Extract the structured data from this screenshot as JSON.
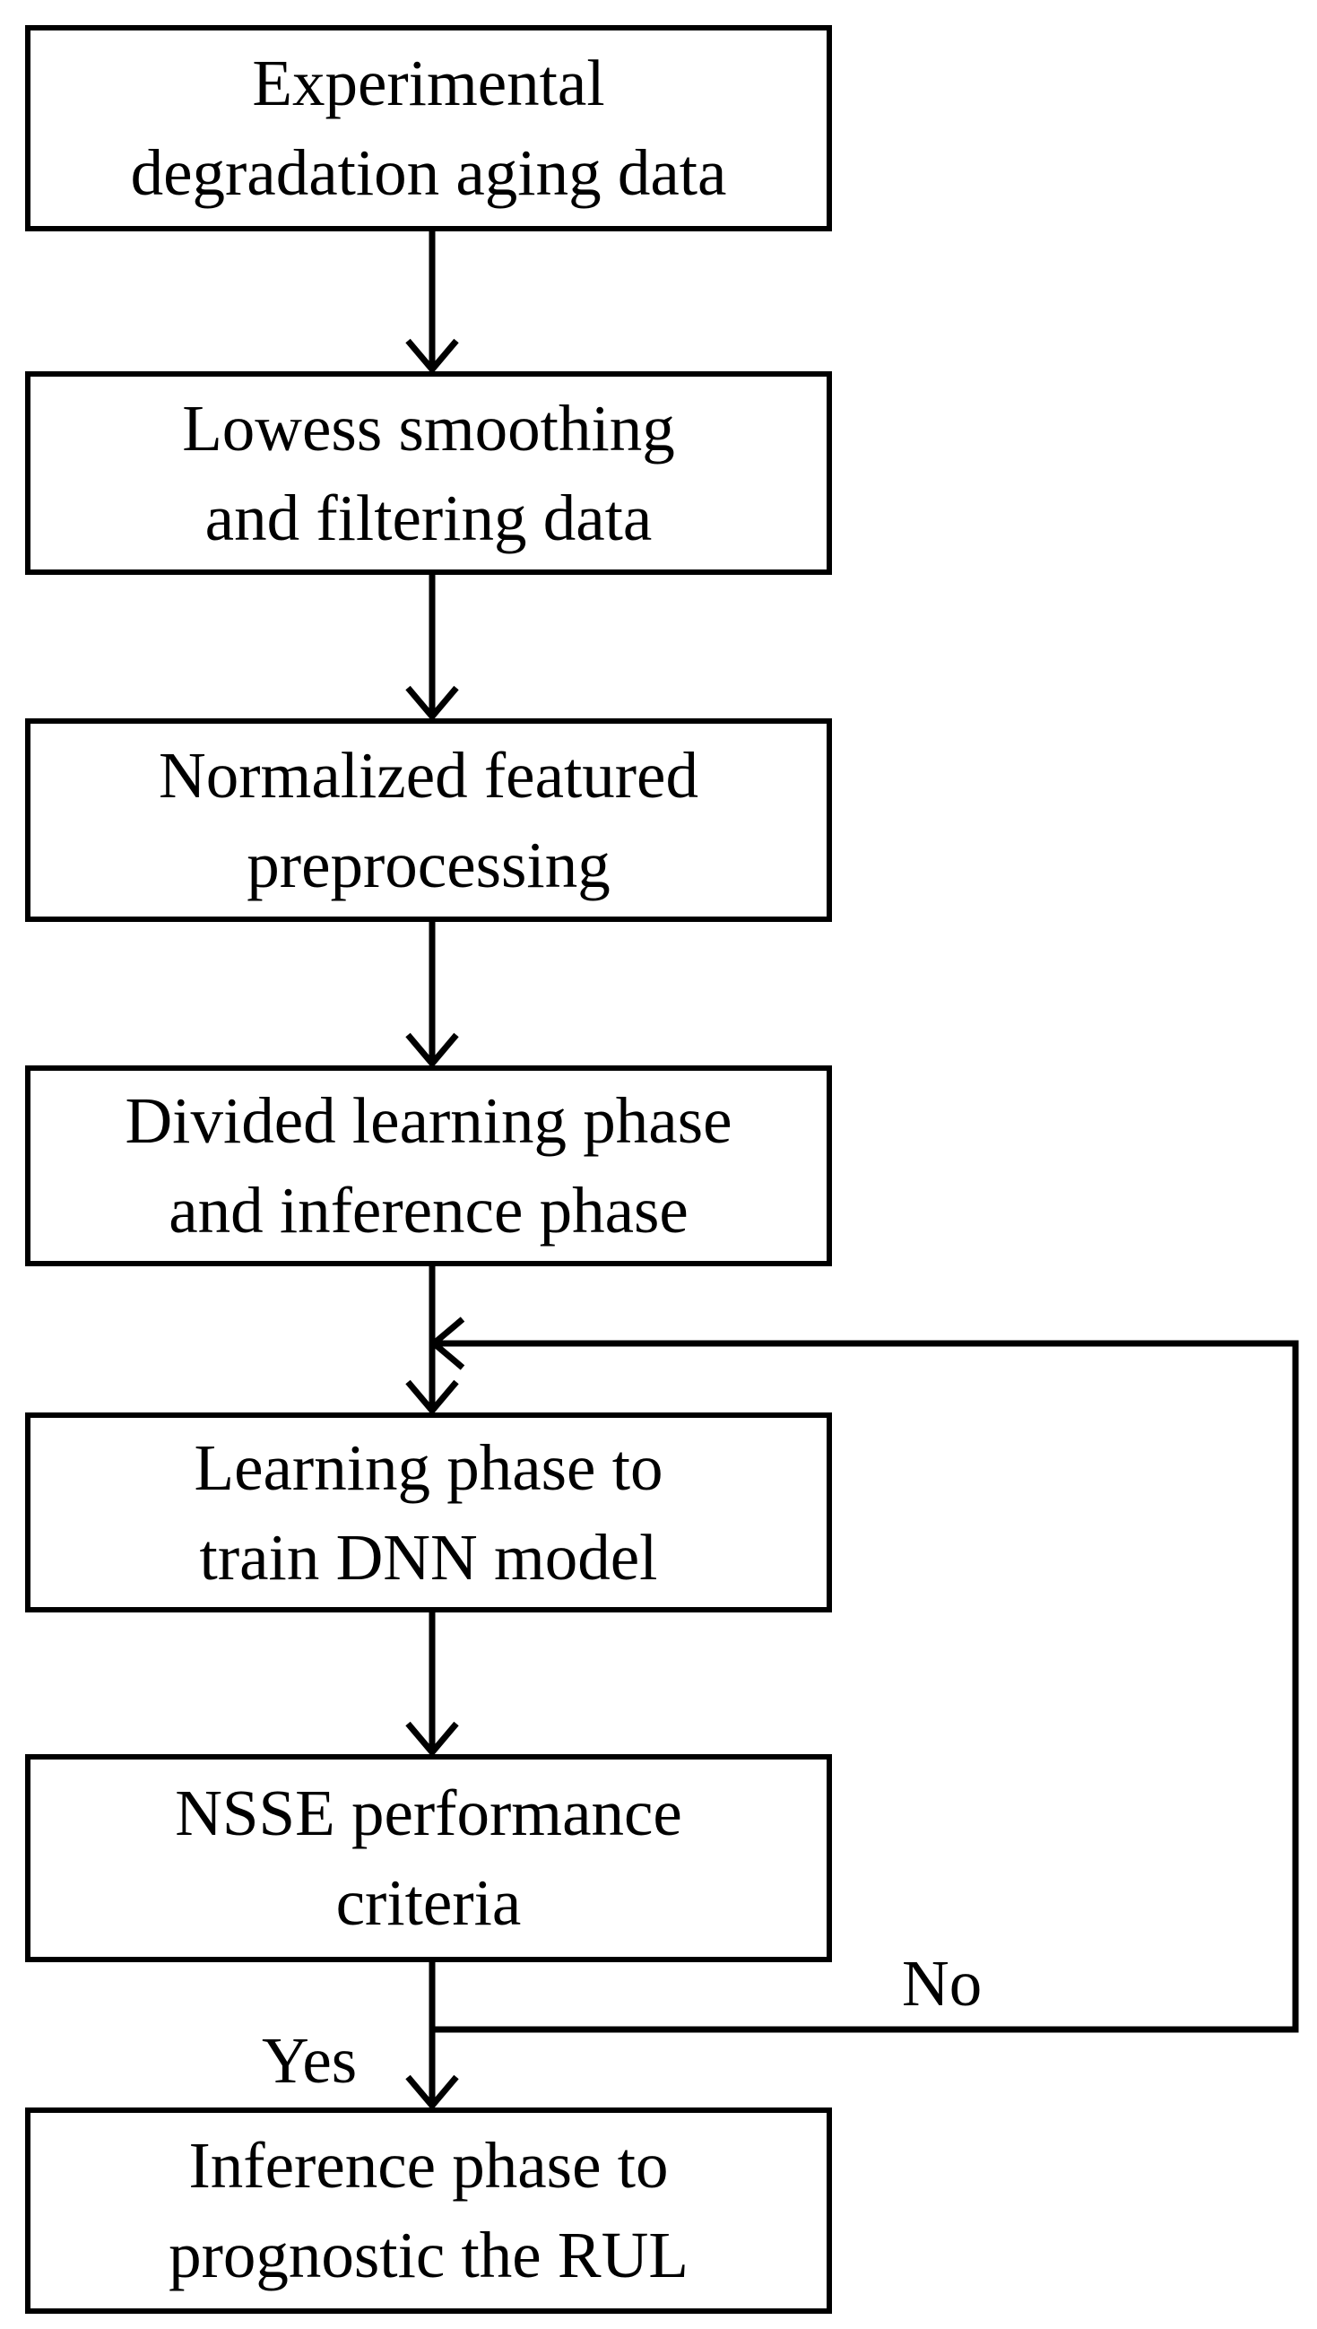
{
  "flowchart": {
    "steps": [
      {
        "line1": "Experimental",
        "line2": "degradation aging data"
      },
      {
        "line1": "Lowess  smoothing",
        "line2": "and  filtering data"
      },
      {
        "line1": "Normalized featured",
        "line2": "preprocessing"
      },
      {
        "line1": "Divided learning phase",
        "line2": "and  inference phase"
      },
      {
        "line1": "Learning phase to",
        "line2": "train DNN model"
      },
      {
        "line1": "NSSE performance",
        "line2": "criteria"
      },
      {
        "line1": "Inference phase to",
        "line2": "prognostic the RUL"
      }
    ],
    "labels": {
      "yes": "Yes",
      "no": "No"
    }
  },
  "colors": {
    "stroke": "#000000",
    "background": "#ffffff"
  }
}
